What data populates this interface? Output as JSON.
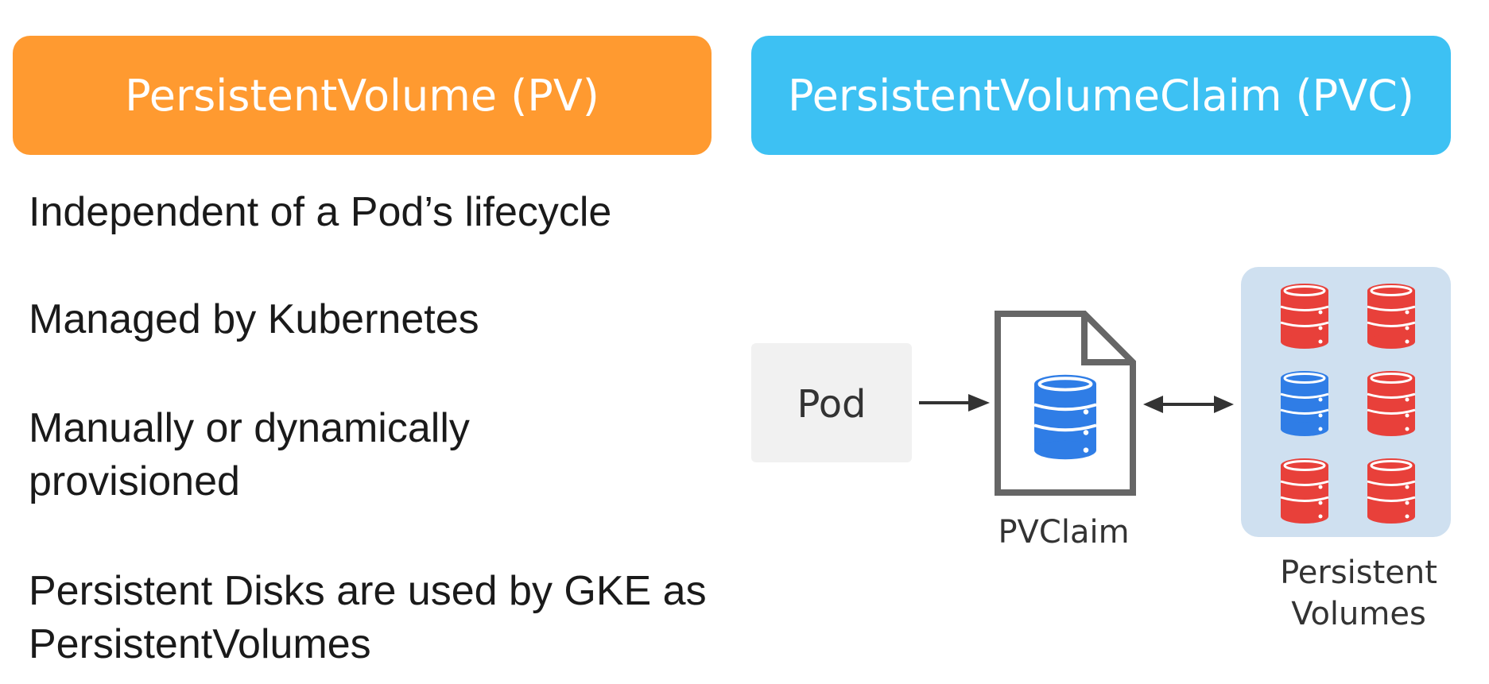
{
  "headers": {
    "pv": "PersistentVolume (PV)",
    "pvc": "PersistentVolumeClaim (PVC)"
  },
  "bullets": [
    "Independent of a Pod’s lifecycle",
    "Managed by Kubernetes",
    "Manually or dynamically provisioned",
    "Persistent Disks are used by GKE as PersistentVolumes"
  ],
  "diagram": {
    "pod_label": "Pod",
    "pvclaim_label": "PVClaim",
    "persistent_volumes_label_line1": "Persistent",
    "persistent_volumes_label_line2": "Volumes"
  },
  "colors": {
    "pv_header": "#ff9a30",
    "pvc_header": "#3dc1f3",
    "database_red": "#e8403a",
    "database_blue": "#2f7de6",
    "volumes_panel": "#cfe0f0",
    "pod_box": "#f1f1f1"
  },
  "icons": [
    "database-icon",
    "document-icon",
    "arrow-right-icon",
    "arrow-bidirectional-icon"
  ]
}
